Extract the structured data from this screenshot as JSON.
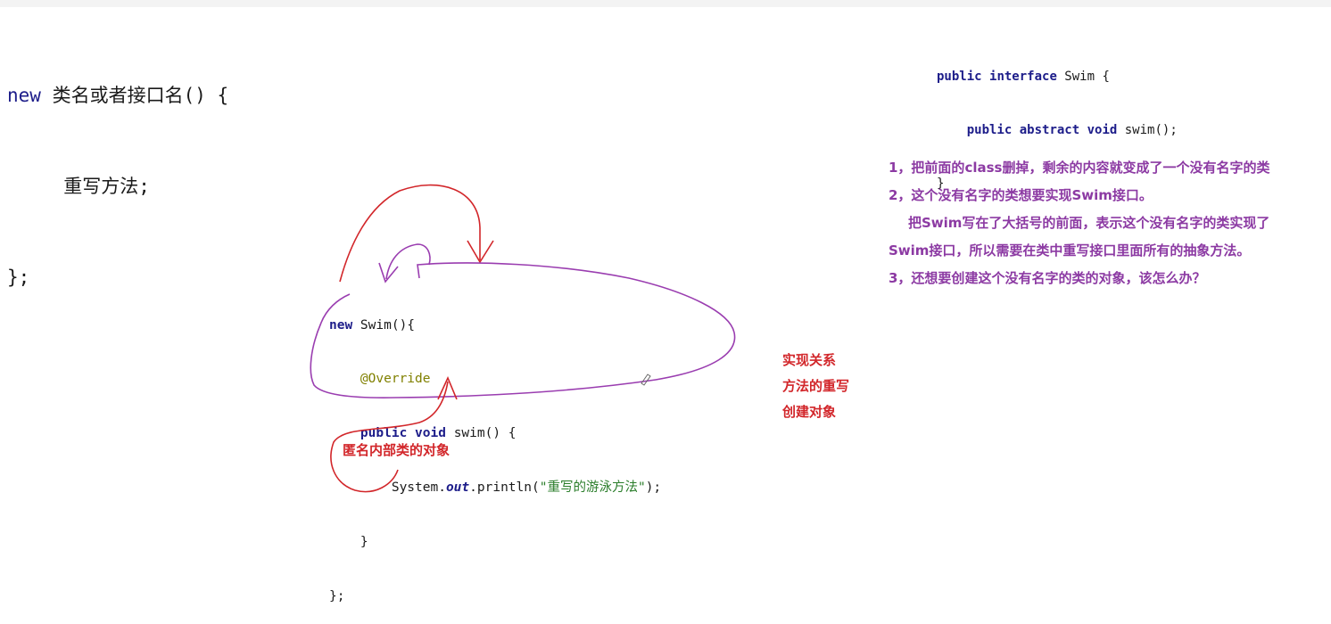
{
  "syntax": {
    "line1_kw": "new",
    "line1_rest": " 类名或者接口名() {",
    "line2": "重写方法;",
    "line3": "};"
  },
  "iface": {
    "l1_public": "public",
    "l1_interface": "interface",
    "l1_rest": " Swim {",
    "l2_public": "public",
    "l2_abstract": "abstract",
    "l2_void": "void",
    "l2_rest": " swim();",
    "l3": "}"
  },
  "steps": [
    "1，把前面的class删掉，剩余的内容就变成了一个没有名字的类",
    "2，这个没有名字的类想要实现Swim接口。",
    "把Swim写在了大括号的前面，表示这个没有名字的类实现了",
    "Swim接口，所以需要在类中重写接口里面所有的抽象方法。",
    "3，还想要创建这个没有名字的类的对象，该怎么办？"
  ],
  "code": {
    "l1_new": "new",
    "l1_rest": " Swim(){",
    "l2": "@Override",
    "l3_public": "public",
    "l3_void": "void",
    "l3_rest": " swim() {",
    "l4_a": "System.",
    "l4_out": "out",
    "l4_b": ".println(",
    "l4_str": "\"重写的游泳方法\"",
    "l4_c": ");",
    "l5": "}",
    "l6": "};"
  },
  "notes": [
    "实现关系",
    "方法的重写",
    "创建对象"
  ],
  "label_object": "匿名内部类的对象",
  "colors": {
    "keyword": "#1d1d8a",
    "annotation": "#808000",
    "string": "#2a7d2a",
    "steps": "#8c3aa3",
    "red_ink": "#d2262a",
    "purple_ink": "#9a3db0"
  }
}
